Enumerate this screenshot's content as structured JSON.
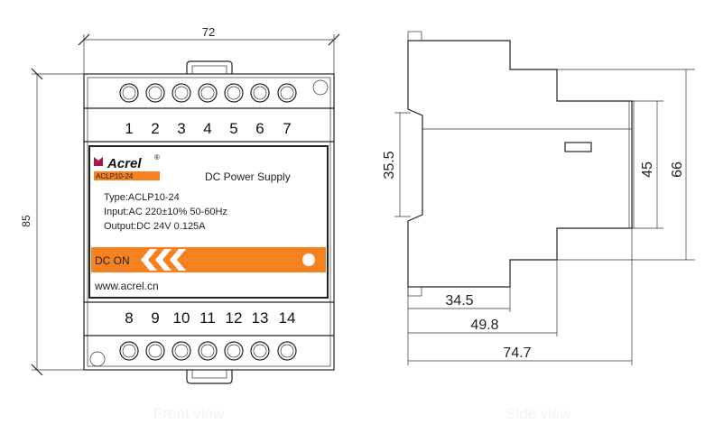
{
  "front_view": {
    "caption": "Front view",
    "width_dim": "72",
    "height_dim": "85",
    "top_terminals": [
      "1",
      "2",
      "3",
      "4",
      "5",
      "6",
      "7"
    ],
    "bottom_terminals": [
      "8",
      "9",
      "10",
      "11",
      "12",
      "13",
      "14"
    ],
    "label": {
      "brand": "Acrel",
      "model_tag": "ACLP10-24",
      "product": "DC Power Supply",
      "type": "Type:ACLP10-24",
      "input": "Input:AC 220±10% 50-60Hz",
      "output": "Output:DC 24V  0.125A",
      "indicator": "DC ON",
      "website": "www.acrel.cn"
    }
  },
  "side_view": {
    "caption": "Side view",
    "dims": {
      "rail": "35.5",
      "front": "45",
      "height": "66",
      "d1": "34.5",
      "d2": "49.8",
      "d3": "74.7"
    }
  },
  "colors": {
    "accent": "#f5821f",
    "logo": "#b0164a"
  }
}
